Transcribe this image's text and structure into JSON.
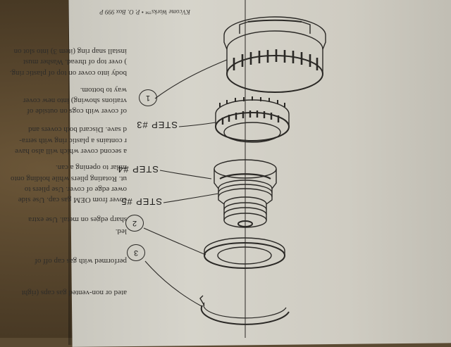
{
  "document": {
    "header": "KVcome Works™  •  P. O. Box 999  P",
    "instructions": [
      "ated or non-vented gas caps (right",
      "performed with gas cap off of",
      "led.",
      "sharp edges on metal. Use extra",
      "cover from OEM gas cap. Use side",
      "ower edge of cover. Use pliers to",
      "ut. Rotating pliers while holding onto",
      "milar to opening a can.",
      "a second cover which will also have",
      "r contains a plastic ring with serra-",
      "d save. Discard both covers and",
      "of cover with cogs on outside of",
      "vrations showing) into new cover",
      "way to bottom.",
      "body into cover on top of plastic ring.",
      ") over top of thread. Washer must",
      "install snap ring (item 3) into slot on"
    ],
    "step_labels": {
      "step3": "STEP #3",
      "step4": "STEP #4",
      "step5": "STEP #5"
    },
    "callouts": {
      "c1": "1",
      "c2": "2",
      "c3": "3"
    }
  }
}
